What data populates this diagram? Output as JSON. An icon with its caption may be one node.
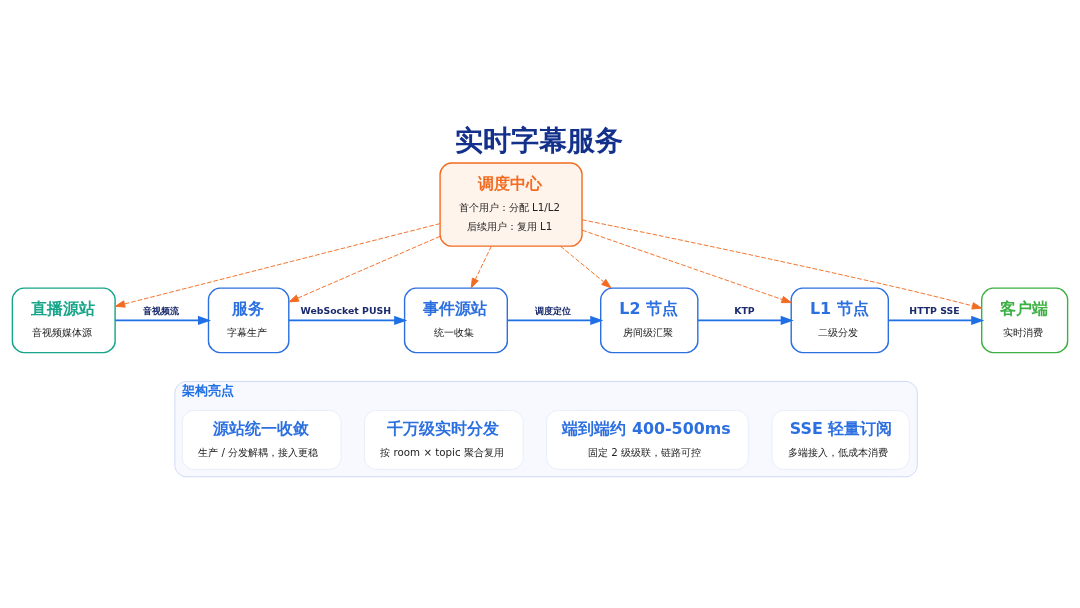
{
  "diagram": {
    "title": "实时字幕服务",
    "nodes": [
      {
        "text": [
          "调度中心",
          "首个用户：分配 L1/L2",
          "后续用户：复用 L1"
        ]
      },
      {
        "text": [
          "直播源站",
          "音视频媒体源"
        ]
      },
      {
        "text": [
          "服务",
          "字幕生产"
        ]
      },
      {
        "text": [
          "事件源站",
          "统一收集"
        ]
      },
      {
        "text": [
          "L2 节点",
          "房间级汇聚"
        ]
      },
      {
        "text": [
          "L1 节点",
          "二级分发"
        ]
      },
      {
        "text": [
          "客户端",
          "实时消费"
        ]
      },
      {
        "text": [
          "架构亮点"
        ]
      },
      {
        "text": [
          "源站统一收敛",
          "生产 / 分发解耦，接入更稳"
        ],
        "in": 7
      },
      {
        "text": [
          "千万级实时分发",
          "按 room × topic 聚合复用"
        ],
        "in": 7
      },
      {
        "text": [
          "端到端约 400-500ms",
          "固定 2 级级联，链路可控"
        ],
        "in": 7
      },
      {
        "text": [
          "SSE 轻量订阅",
          "多端接入，低成本消费"
        ],
        "in": 7
      }
    ],
    "edges": [
      {
        "from": 0,
        "to": 1,
        "arrow": "to",
        "style": "dashed",
        "color": "#f26b21"
      },
      {
        "from": 0,
        "to": 2,
        "arrow": "to",
        "style": "dashed",
        "color": "#f26b21"
      },
      {
        "from": 0,
        "to": 3,
        "arrow": "to",
        "style": "dashed",
        "color": "#f26b21"
      },
      {
        "from": 0,
        "to": 4,
        "arrow": "to",
        "style": "dashed",
        "color": "#f26b21"
      },
      {
        "from": 0,
        "to": 5,
        "arrow": "to",
        "style": "dashed",
        "color": "#f26b21"
      },
      {
        "from": 0,
        "to": 6,
        "arrow": "to",
        "style": "dashed",
        "color": "#f26b21"
      },
      {
        "from": 1,
        "to": 2,
        "arrow": "to",
        "label": "音视频流",
        "color": "#1f6fe5"
      },
      {
        "from": 2,
        "to": 3,
        "arrow": "to",
        "label": "WebSocket PUSH",
        "color": "#1f6fe5"
      },
      {
        "from": 3,
        "to": 4,
        "arrow": "to",
        "label": "调度定位",
        "color": "#1f6fe5"
      },
      {
        "from": 4,
        "to": 5,
        "arrow": "to",
        "label": "KTP",
        "color": "#1f6fe5"
      },
      {
        "from": 5,
        "to": 6,
        "arrow": "to",
        "label": "HTTP SSE",
        "color": "#1f6fe5"
      }
    ]
  }
}
